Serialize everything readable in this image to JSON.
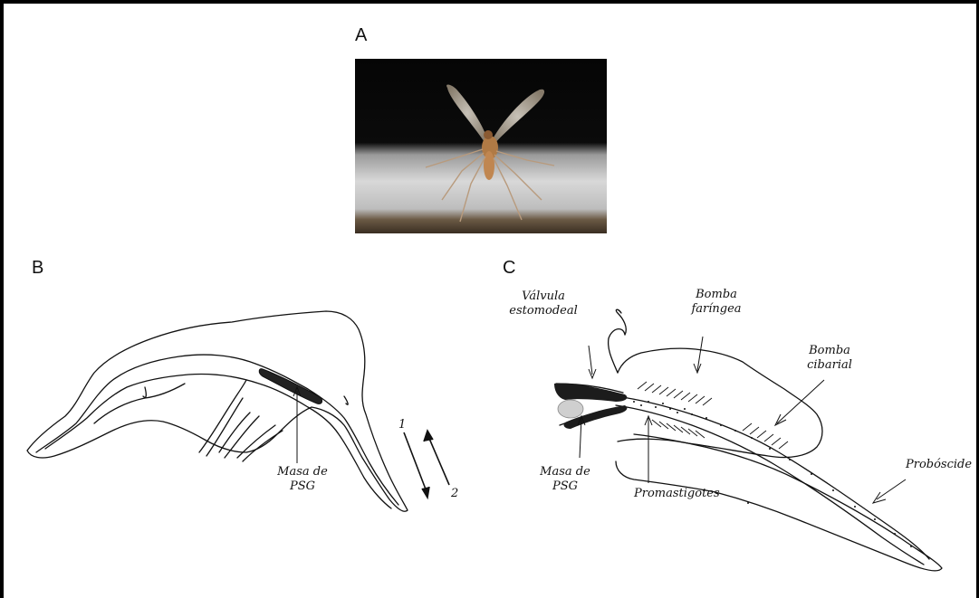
{
  "panels": {
    "a": "A",
    "b": "B",
    "c": "C"
  },
  "diagram_b": {
    "mass_label_line1": "Masa de",
    "mass_label_line2": "PSG",
    "arrow_1": "1",
    "arrow_2": "2"
  },
  "diagram_c": {
    "valve_line1": "Válvula",
    "valve_line2": "estomodeal",
    "pharynx_line1": "Bomba",
    "pharynx_line2": "faríngea",
    "cibarial_line1": "Bomba",
    "cibarial_line2": "cibarial",
    "mass_label_line1": "Masa de",
    "mass_label_line2": "PSG",
    "promastigotes": "Promastigotes",
    "proboscis": "Probóscide"
  },
  "colors": {
    "mass_fill": "#222222",
    "line": "#111111"
  }
}
